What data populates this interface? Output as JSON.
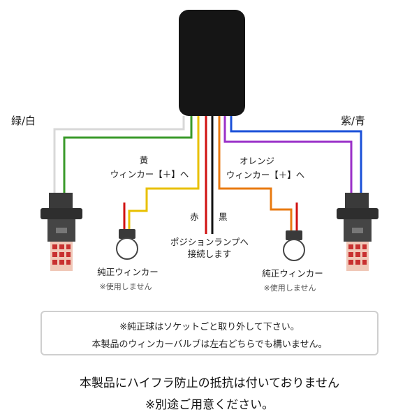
{
  "wires": {
    "left_label": "緑/白",
    "right_label": "紫/青",
    "red_label": "赤",
    "black_label": "黒"
  },
  "yellow_wire": {
    "color_label": "黄",
    "target_label": "ウィンカー【＋】へ"
  },
  "orange_wire": {
    "color_label": "オレンジ",
    "target_label": "ウィンカー【＋】へ"
  },
  "position_lamp": {
    "line1": "ポジションランプへ",
    "line2": "接続します"
  },
  "left_bulb": {
    "label": "純正ウィンカー",
    "note": "※使用しません"
  },
  "right_bulb": {
    "label": "純正ウィンカー",
    "note": "※使用しません"
  },
  "notice_box": {
    "line1": "※純正球はソケットごと取り外して下さい。",
    "line2": "本製品のウィンカーバルブは左右どちらでも構いません。"
  },
  "footer": {
    "line1": "本製品にハイフラ防止の抵抗は付いておりません",
    "line2": "※別途ご用意ください。"
  },
  "colors": {
    "green": "#3a9a2a",
    "white_wire": "#d8d8d8",
    "yellow": "#e8c000",
    "red": "#d01010",
    "black": "#111111",
    "orange": "#e87a10",
    "purple": "#9a30c8",
    "blue": "#1a50d8",
    "module": "#151515"
  }
}
